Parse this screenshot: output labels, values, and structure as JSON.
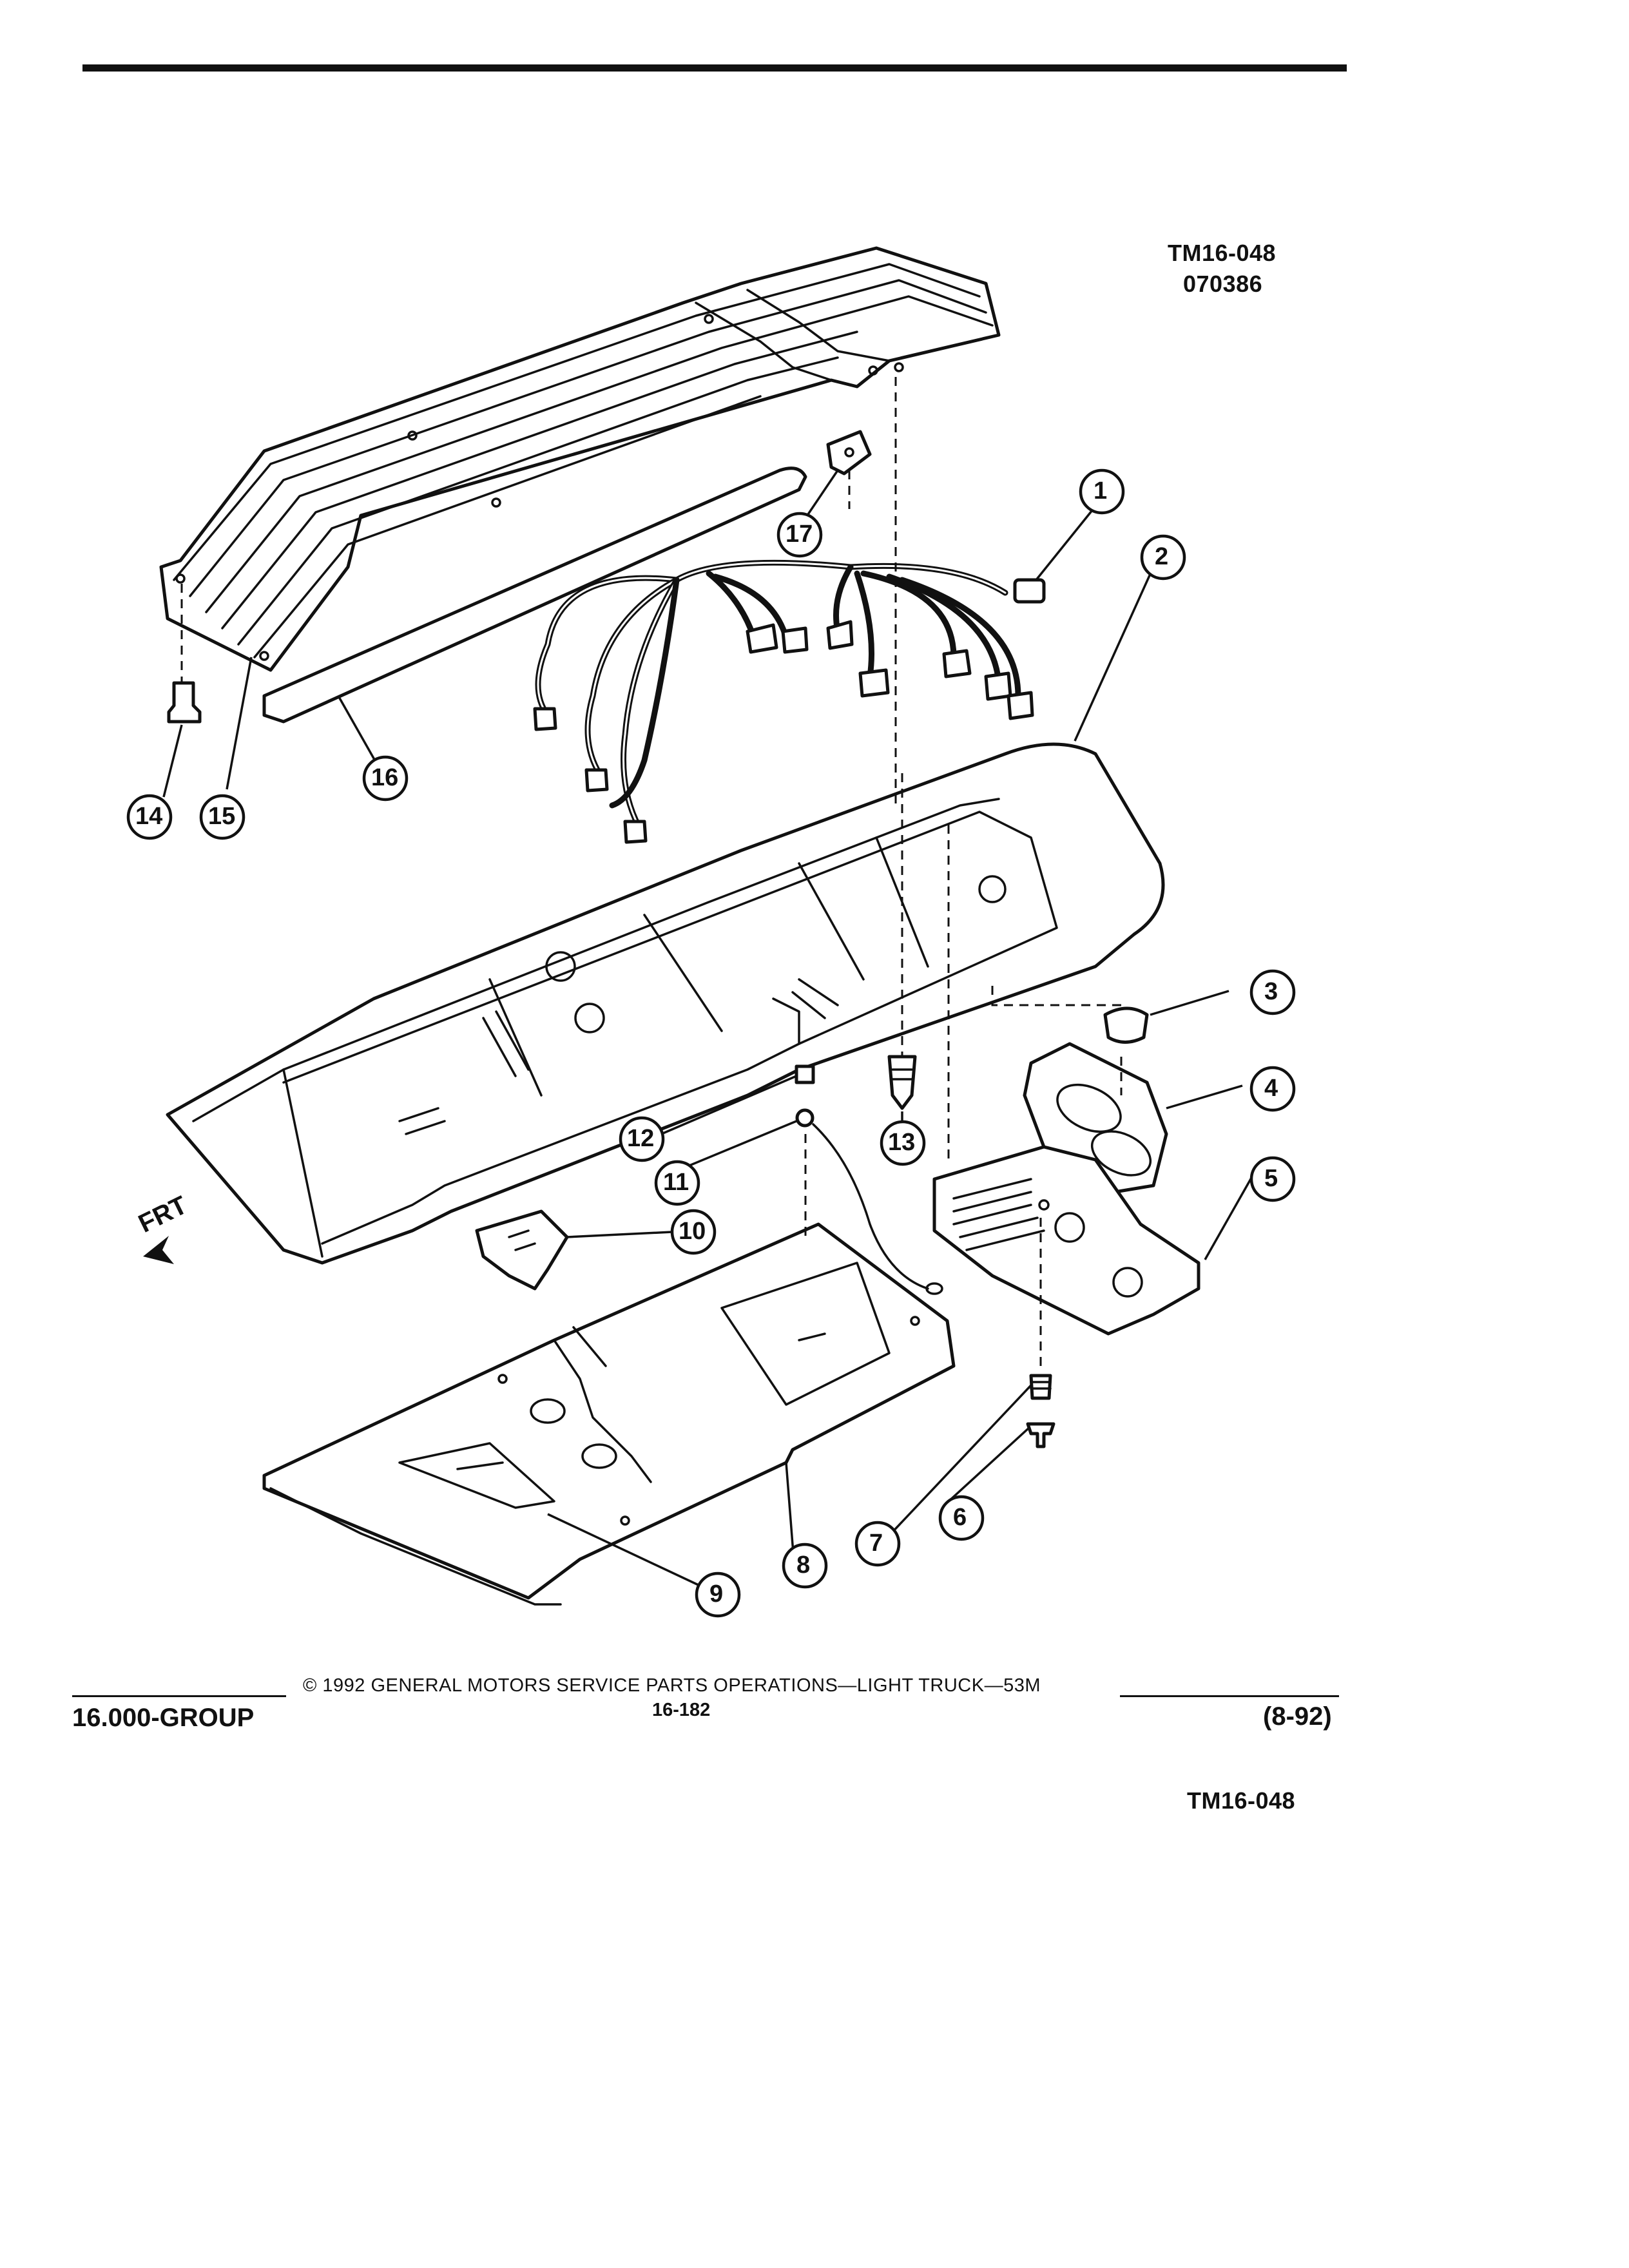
{
  "figure": {
    "ref_top_line1": "TM16-048",
    "ref_top_line2": "070386",
    "ref_bottom": "TM16-048",
    "front_indicator": "FRT"
  },
  "callouts": [
    "1",
    "2",
    "3",
    "4",
    "5",
    "6",
    "7",
    "8",
    "9",
    "10",
    "11",
    "12",
    "13",
    "14",
    "15",
    "16",
    "17"
  ],
  "footer": {
    "group": "16.000-GROUP",
    "copyright": "© 1992 GENERAL MOTORS SERVICE PARTS OPERATIONS—LIGHT TRUCK—53M",
    "page": "16-182",
    "date_code": "(8-92)"
  }
}
